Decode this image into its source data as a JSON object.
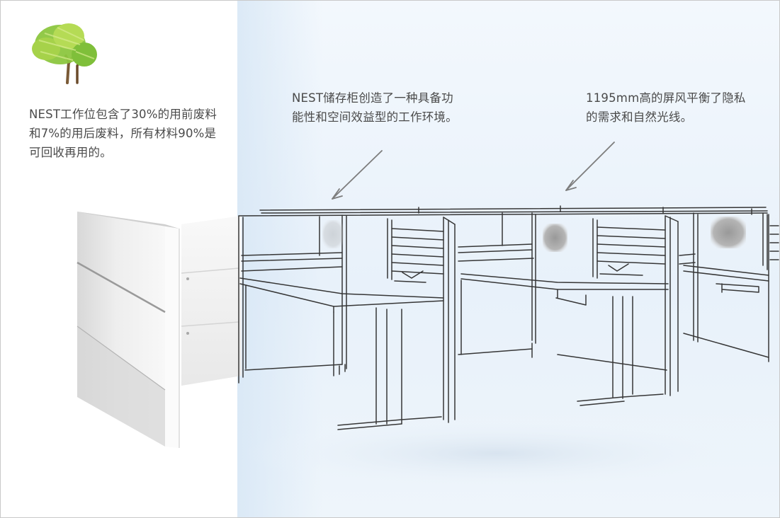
{
  "callouts": {
    "recycled": "NEST工作位包含了30%的用前废料和7%的用后废料，所有材料90%是可回收再用的。",
    "storage": "NEST储存柜创造了一种具备功能性和空间效益型的工作环境。",
    "screen": "1195mm高的屏风平衡了隐私的需求和自然光线。"
  },
  "icons": {
    "tree": "tree-icon",
    "arrow": "arrow-icon"
  },
  "colors": {
    "text": "#4a4a4a",
    "leaf_green": "#8cc63f",
    "trunk_brown": "#7a5a36",
    "panel_blue": "#e8f1fa",
    "sketch_line": "#333333"
  }
}
